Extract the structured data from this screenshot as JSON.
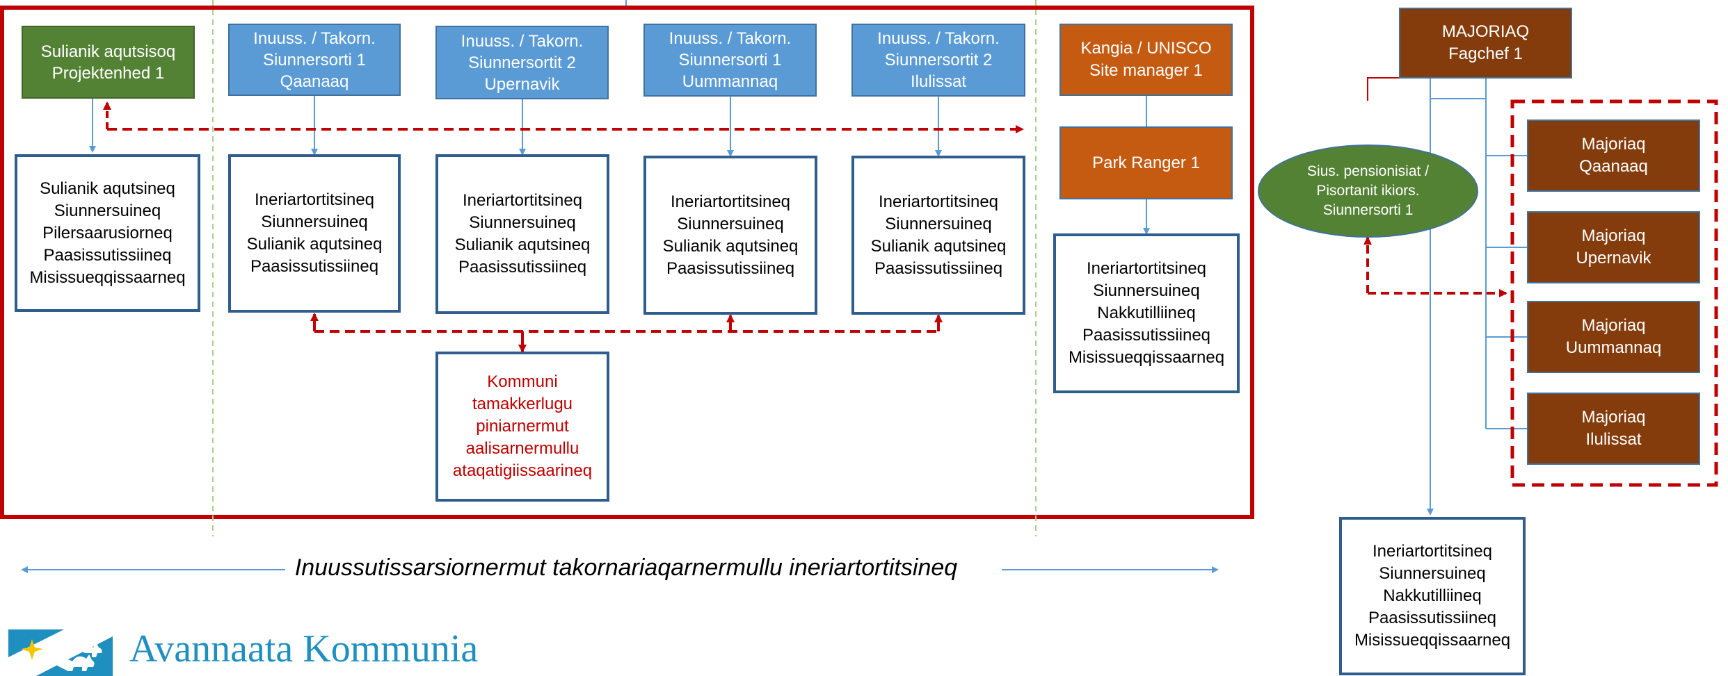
{
  "colors": {
    "red_frame": "#c00000",
    "arrow_blue": "#5b9bd5",
    "separator_green": "#a9d18e",
    "green": "#548235",
    "blue": "#5b9bd5",
    "orange": "#c55a11",
    "brown": "#843c0c",
    "logo_blue": "#1f8fc0"
  },
  "project_unit": {
    "header": "Sulianik aqutsisoq\nProjektenhed 1",
    "tasks": "Sulianik aqutsineq\nSiunnersuineq\nPilersaarusiorneq\nPaasissutissiineq\nMisissueqqissaarneq"
  },
  "advisors": [
    {
      "header": "Inuuss. / Takorn.\nSiunnersorti 1\nQaanaaq",
      "tasks": "Ineriartortitsineq\nSiunnersuineq\nSulianik aqutsineq\nPaasissutissiineq"
    },
    {
      "header": "Inuuss. / Takorn.\nSiunnersortit 2\nUpernavik",
      "tasks": "Ineriartortitsineq\nSiunnersuineq\nSulianik aqutsineq\nPaasissutissiineq"
    },
    {
      "header": "Inuuss. / Takorn.\nSiunnersorti 1\nUummannaq",
      "tasks": "Ineriartortitsineq\nSiunnersuineq\nSulianik aqutsineq\nPaasissutissiineq"
    },
    {
      "header": "Inuuss. / Takorn.\nSiunnersortit 2\nIlulissat",
      "tasks": "Ineriartortitsineq\nSiunnersuineq\nSulianik aqutsineq\nPaasissutissiineq"
    }
  ],
  "municipal_plan": "Kommuni\ntamakkerlugu\npiniarnermut\naalisarnermullu\nataqatigiissaarineq",
  "unesco": {
    "header": "Kangia / UNISCO\nSite manager 1",
    "ranger": "Park Ranger 1",
    "tasks": "Ineriartortitsineq\nSiunnersuineq\nNakkutilliineq\nPaasissutissiineq\nMisissueqqissaarneq"
  },
  "majoriaq": {
    "header": "MAJORIAQ\nFagchef 1",
    "oval": "Sius. pensionisiat /\nPisortanit ikiors.\nSiunnersorti 1",
    "towns": [
      "Majoriaq\nQaanaaq",
      "Majoriaq\nUpernavik",
      "Majoriaq\nUummannaq",
      "Majoriaq\nIlulissat"
    ],
    "tasks": "Ineriartortitsineq\nSiunnersuineq\nNakkutilliineq\nPaasissutissiineq\nMisissueqqissaarneq"
  },
  "banner": "Inuussutissarsiornermut takornariaqarnermullu ineriartortitsineq",
  "logo": {
    "text": "Avannaata Kommunia"
  }
}
